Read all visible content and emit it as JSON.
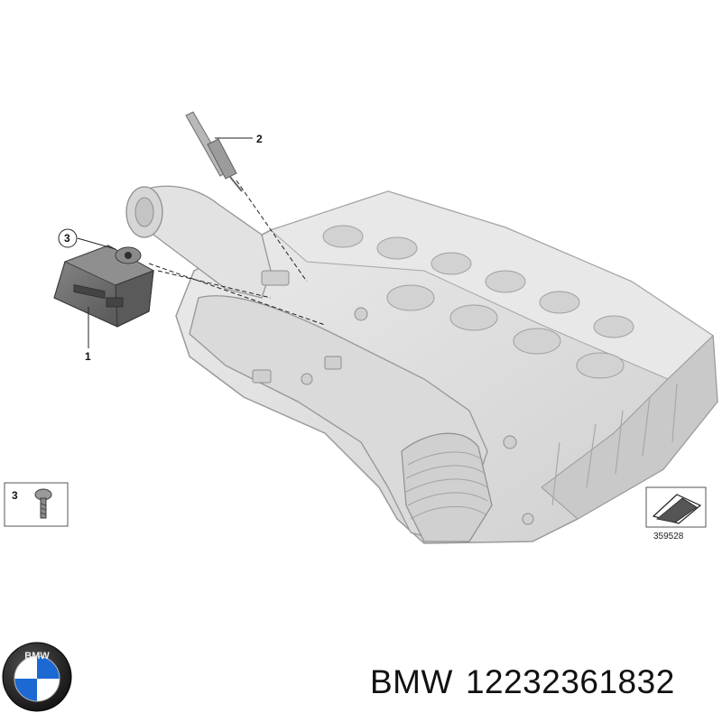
{
  "callouts": {
    "part1": "1",
    "part2": "2",
    "part3": "3"
  },
  "legend": {
    "item_number": "3"
  },
  "diagram_code": "359528",
  "footer": {
    "brand": "BMW",
    "part_number": "12232361832"
  },
  "logo": {
    "letters": "BMW"
  },
  "colors": {
    "engine_fill": "#dcdcdc",
    "engine_stroke": "#9a9a9a",
    "module_fill": "#6f6f6f",
    "logo_blue": "#1c69d4",
    "logo_ring": "#1a1a1a"
  }
}
